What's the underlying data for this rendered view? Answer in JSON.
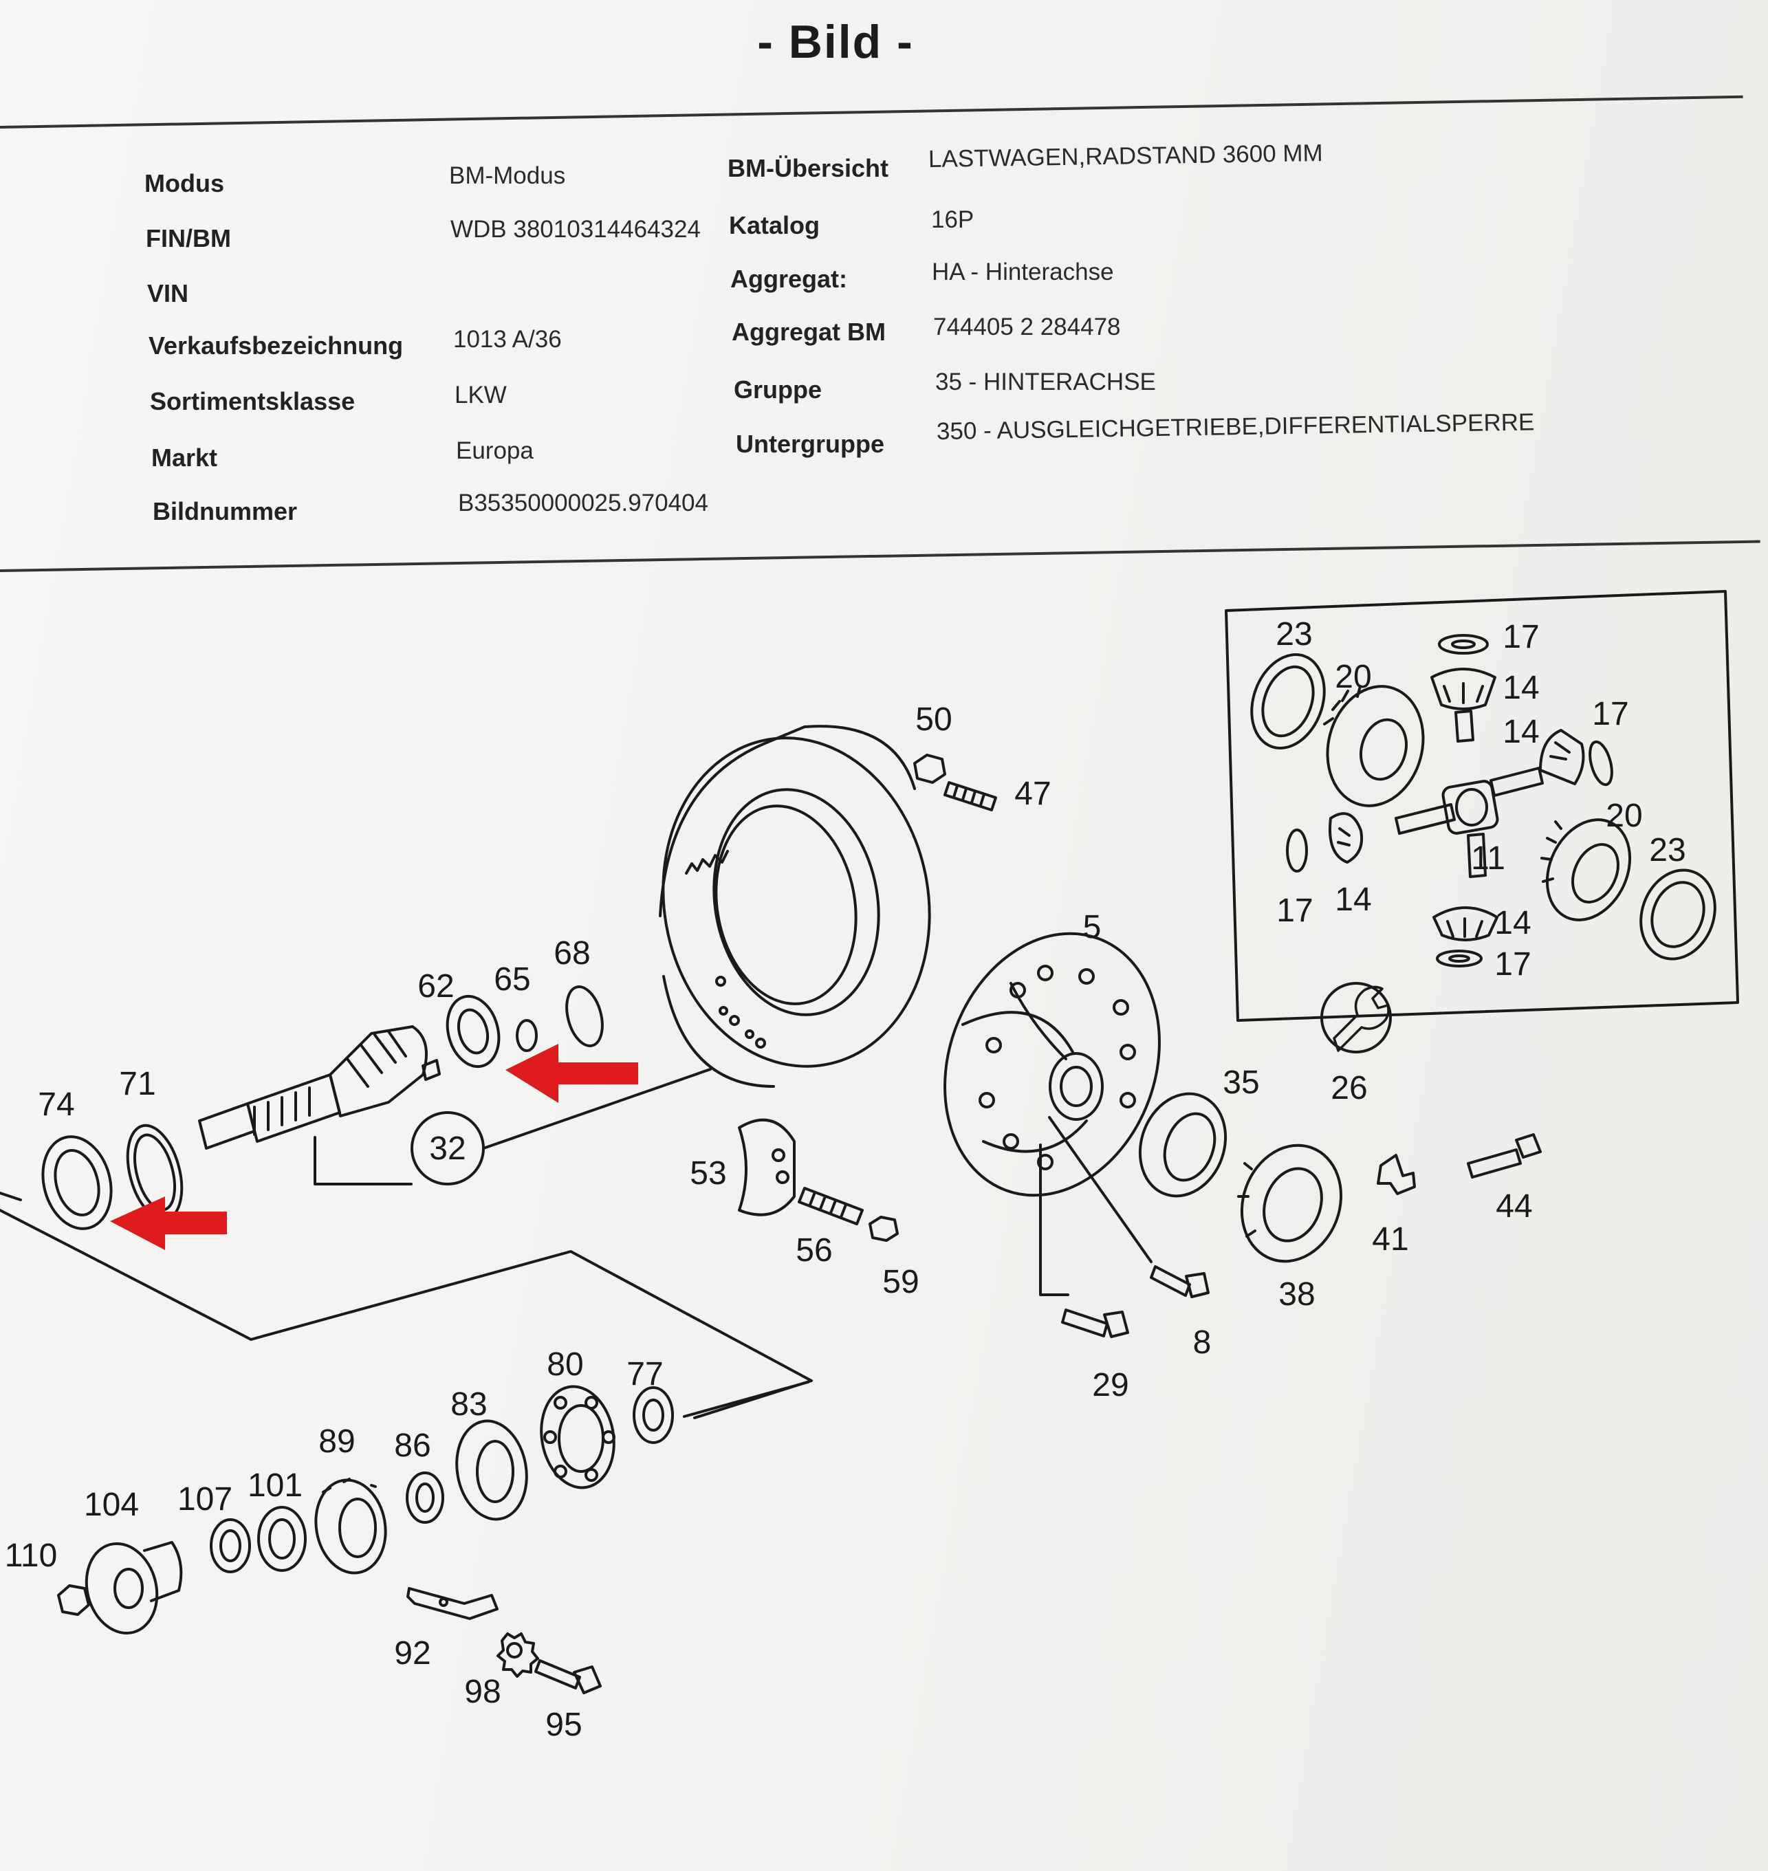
{
  "page": {
    "title": "- Bild -"
  },
  "info": {
    "left": [
      {
        "label": "Modus",
        "value": "BM-Modus"
      },
      {
        "label": "FIN/BM",
        "value": "WDB 38010314464324"
      },
      {
        "label": "VIN",
        "value": ""
      },
      {
        "label": "Verkaufsbezeichnung",
        "value": "1013 A/36"
      },
      {
        "label": "Sortimentsklasse",
        "value": "LKW"
      },
      {
        "label": "Markt",
        "value": "Europa"
      },
      {
        "label": "Bildnummer",
        "value": "B35350000025.970404"
      }
    ],
    "right": [
      {
        "label": "BM-Übersicht",
        "value": "LASTWAGEN,RADSTAND 3600 MM"
      },
      {
        "label": "Katalog",
        "value": "16P"
      },
      {
        "label": "Aggregat:",
        "value": "HA  -  Hinterachse"
      },
      {
        "label": "Aggregat BM",
        "value": "744405 2 284478"
      },
      {
        "label": "Gruppe",
        "value": "35  -  HINTERACHSE"
      },
      {
        "label": "Untergruppe",
        "value": "350  -  AUSGLEICHGETRIEBE,DIFFERENTIALSPERRE"
      }
    ]
  },
  "diagram": {
    "part_numbers": [
      "23",
      "17",
      "20",
      "14",
      "14",
      "17",
      "20",
      "23",
      "11",
      "17",
      "14",
      "14",
      "17",
      "26",
      "5",
      "35",
      "44",
      "38",
      "41",
      "8",
      "29",
      "50",
      "47",
      "68",
      "62",
      "65",
      "32",
      "53",
      "56",
      "59",
      "74",
      "71",
      "80",
      "77",
      "83",
      "89",
      "86",
      "107",
      "101",
      "104",
      "110",
      "92",
      "98",
      "95"
    ],
    "arrow_color": "#e01b1b"
  }
}
